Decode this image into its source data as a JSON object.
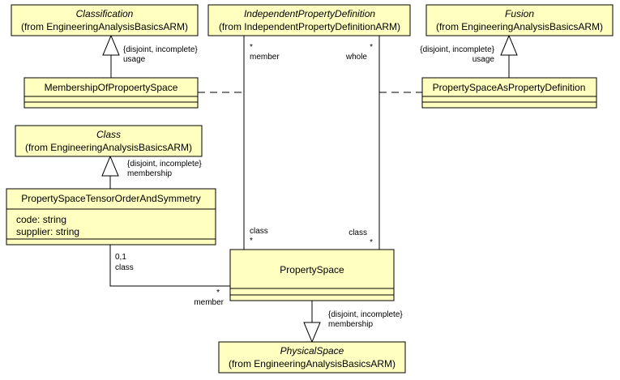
{
  "classes": {
    "classification": {
      "name": "Classification",
      "from": "(from EngineeringAnalysisBasicsARM)"
    },
    "independent": {
      "name": "IndependentPropertyDefinition",
      "from": "(from IndependentPropertyDefinitionARM)"
    },
    "fusion": {
      "name": "Fusion",
      "from": "(from EngineeringAnalysisBasicsARM)"
    },
    "membership": {
      "name": "MembershipOfPropoertySpace"
    },
    "asdef": {
      "name": "PropertySpaceAsPropertyDefinition"
    },
    "cls": {
      "name": "Class",
      "from": "(from EngineeringAnalysisBasicsARM)"
    },
    "tensor": {
      "name": "PropertySpaceTensorOrderAndSymmetry",
      "attributes": [
        "code: string",
        "supplier: string"
      ]
    },
    "propertyspace": {
      "name": "PropertySpace"
    },
    "physical": {
      "name": "PhysicalSpace",
      "from": "(from EngineeringAnalysisBasicsARM)"
    }
  },
  "generalizations": {
    "classification": {
      "constraint": "{disjoint, incomplete}",
      "label": "usage"
    },
    "fusion": {
      "constraint": "{disjoint, incomplete}",
      "label": "usage"
    },
    "cls": {
      "constraint": "{disjoint, incomplete}",
      "label": "membership"
    },
    "physical": {
      "constraint": "{disjoint, incomplete}",
      "label": "membership"
    }
  },
  "associations": {
    "member": {
      "top_mult": "*",
      "top_role": "member",
      "bottom_role": "class",
      "bottom_mult": "*"
    },
    "whole": {
      "top_mult": "*",
      "top_role": "whole",
      "bottom_role": "class",
      "bottom_mult": "*"
    },
    "tensor": {
      "top_mult": "0,1",
      "top_role": "class",
      "end_mult": "*",
      "end_role": "member"
    }
  }
}
